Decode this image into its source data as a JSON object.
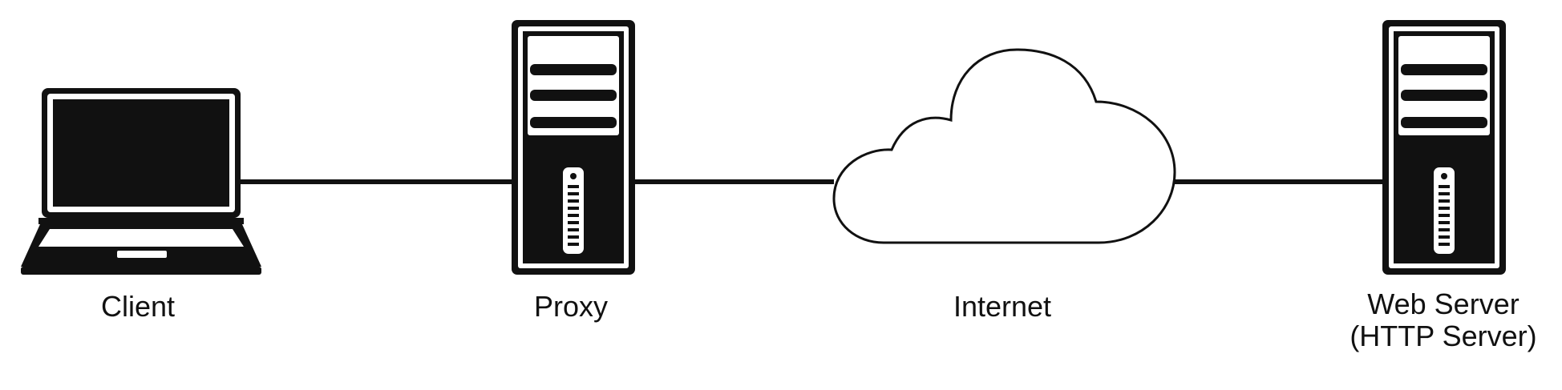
{
  "diagram": {
    "nodes": {
      "client": {
        "label": "Client",
        "icon": "laptop-icon"
      },
      "proxy": {
        "label": "Proxy",
        "icon": "server-tower-icon"
      },
      "internet": {
        "label": "Internet",
        "icon": "cloud-icon"
      },
      "web_server": {
        "label_line1": "Web Server",
        "label_line2": "(HTTP Server)",
        "icon": "server-tower-icon"
      }
    },
    "connections": [
      {
        "from": "client",
        "to": "proxy"
      },
      {
        "from": "proxy",
        "to": "internet"
      },
      {
        "from": "internet",
        "to": "web_server"
      }
    ]
  },
  "colors": {
    "stroke": "#111111",
    "background": "#ffffff"
  }
}
